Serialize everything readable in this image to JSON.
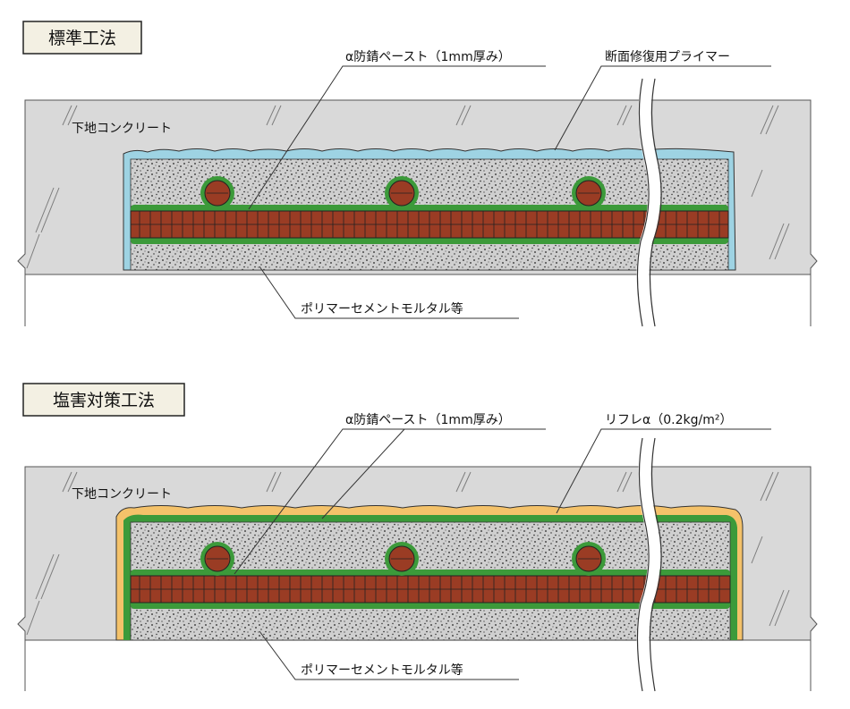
{
  "sections": [
    {
      "title": "標準工法",
      "labels": {
        "base_concrete": "下地コンクリート",
        "rust_paste": "α防錆ペースト（1mm厚み）",
        "top_right": "断面修復用プライマー",
        "mortar": "ポリマーセメントモルタル等"
      },
      "coating_color": "#9ed3e3"
    },
    {
      "title": "塩害対策工法",
      "labels": {
        "base_concrete": "下地コンクリート",
        "rust_paste": "α防錆ペースト（1mm厚み）",
        "top_right": "リフレα（0.2kg/m²）",
        "mortar": "ポリマーセメントモルタル等"
      },
      "coating_color": "#f4c26a"
    }
  ],
  "colors": {
    "concrete": "#d9d9d9",
    "mortar": "#cfcfcf",
    "rebar": "#9a3c24",
    "green_paste": "#3c9a3a",
    "stroke": "#222222"
  }
}
